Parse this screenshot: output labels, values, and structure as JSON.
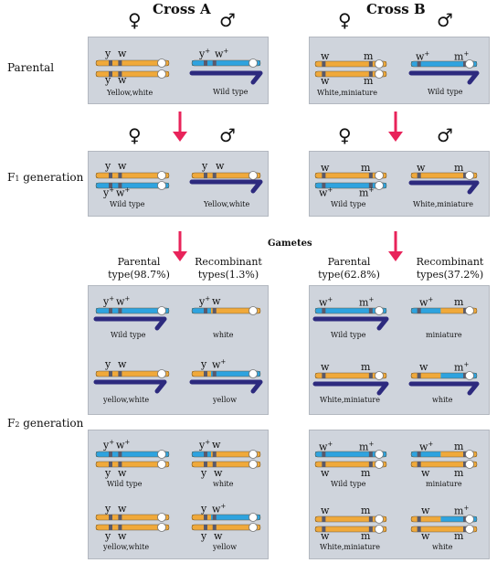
{
  "headers": {
    "cross_a": "Cross A",
    "cross_b": "Cross B"
  },
  "symbols": {
    "female": "♀",
    "male": "♂"
  },
  "rows": {
    "parental": "Parental",
    "f1": "F",
    "f1_sub": "1",
    "f1_rest": " generation",
    "f2": "F",
    "f2_sub": "2",
    "f2_rest": " generation"
  },
  "gametes": "Gametes",
  "groups": {
    "a_parental": "Parental",
    "a_parental_pct": "type(98.7%)",
    "a_recomb": "Recombinant",
    "a_recomb_pct": "types(1.3%)",
    "b_parental": "Parental",
    "b_parental_pct": "type(62.8%)",
    "b_recomb": "Recombinant",
    "b_recomb_pct": "types(37.2%)"
  },
  "alleles": {
    "y": "y",
    "w": "w",
    "m": "m",
    "plus": "+"
  },
  "captions": {
    "yellow_white_cap": "Yellow,white",
    "wild_type_cap": "Wild type",
    "white_miniature_cap": "White,miniature",
    "wild_type": "Wild type",
    "white": "white",
    "yellow_white": "yellow,white",
    "yellow": "yellow",
    "miniature": "miniature",
    "white_miniature": "White,miniature"
  },
  "colors": {
    "yellow_chrom": "#f0a93a",
    "blue_chrom": "#2ea3df",
    "y_chrom": "#2d2a7e",
    "band": "#5a5a6a",
    "panel": "#cfd4dc",
    "arrow": "#e8235a"
  }
}
